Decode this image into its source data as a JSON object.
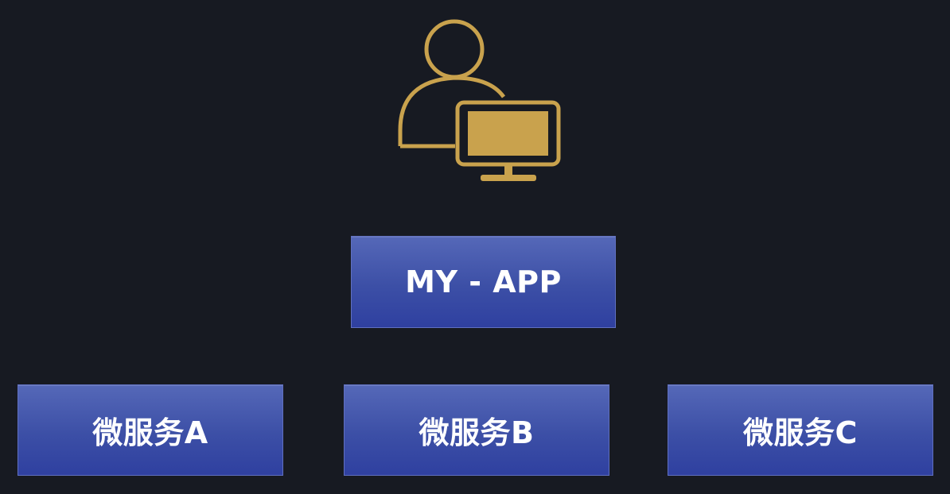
{
  "diagram": {
    "app": {
      "label": "MY - APP"
    },
    "services": [
      {
        "label": "微服务A"
      },
      {
        "label": "微服务B"
      },
      {
        "label": "微服务C"
      }
    ],
    "icon": "user-with-computer-icon",
    "colors": {
      "background": "#171a22",
      "icon_gold": "#c9a24d",
      "box_blue": "#3c4fa6",
      "text": "#ffffff"
    }
  }
}
